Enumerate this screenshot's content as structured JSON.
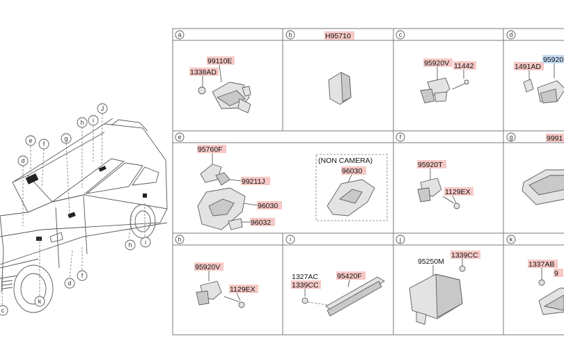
{
  "sections": [
    {
      "id": "a",
      "parts": [
        {
          "code": "99110E",
          "color": "red"
        },
        {
          "code": "1338AD",
          "color": "red"
        }
      ]
    },
    {
      "id": "b",
      "header_code": "H95710"
    },
    {
      "id": "c",
      "parts": [
        {
          "code": "95920V",
          "color": "red"
        },
        {
          "code": "11442",
          "color": "red"
        }
      ]
    },
    {
      "id": "d",
      "parts": [
        {
          "code": "1491AD",
          "color": "red"
        },
        {
          "code": "95920",
          "color": "blue"
        }
      ]
    },
    {
      "id": "e",
      "parts": [
        {
          "code": "95760F",
          "color": "red"
        },
        {
          "code": "99211J",
          "color": "red"
        },
        {
          "code": "96030",
          "color": "red"
        },
        {
          "code": "96032",
          "color": "red"
        }
      ],
      "variant_note": "(NON CAMERA)",
      "variant_part": "96030"
    },
    {
      "id": "f",
      "parts": [
        {
          "code": "95920T",
          "color": "red"
        },
        {
          "code": "1129EX",
          "color": "red"
        }
      ]
    },
    {
      "id": "g",
      "header_code": "9991"
    },
    {
      "id": "h",
      "parts": [
        {
          "code": "95920V",
          "color": "red"
        },
        {
          "code": "1129EX",
          "color": "red"
        }
      ]
    },
    {
      "id": "i",
      "parts": [
        {
          "code": "1327AC",
          "color": "none"
        },
        {
          "code": "1339CC",
          "color": "red"
        },
        {
          "code": "95420F",
          "color": "red"
        }
      ]
    },
    {
      "id": "j",
      "parts": [
        {
          "code": "95250M",
          "color": "none"
        },
        {
          "code": "1339CC",
          "color": "red"
        }
      ]
    },
    {
      "id": "k",
      "parts": [
        {
          "code": "1337AB",
          "color": "red"
        },
        {
          "code": "9",
          "color": "red"
        }
      ]
    }
  ],
  "vehicle_callouts": [
    "e",
    "f",
    "g",
    "h",
    "i",
    "J",
    "d",
    "c",
    "k",
    "d",
    "f",
    "h",
    "i"
  ],
  "colors": {
    "highlight_red": "#f6c9c6",
    "highlight_blue": "#c4daf2",
    "grid": "#7a7a7a"
  }
}
